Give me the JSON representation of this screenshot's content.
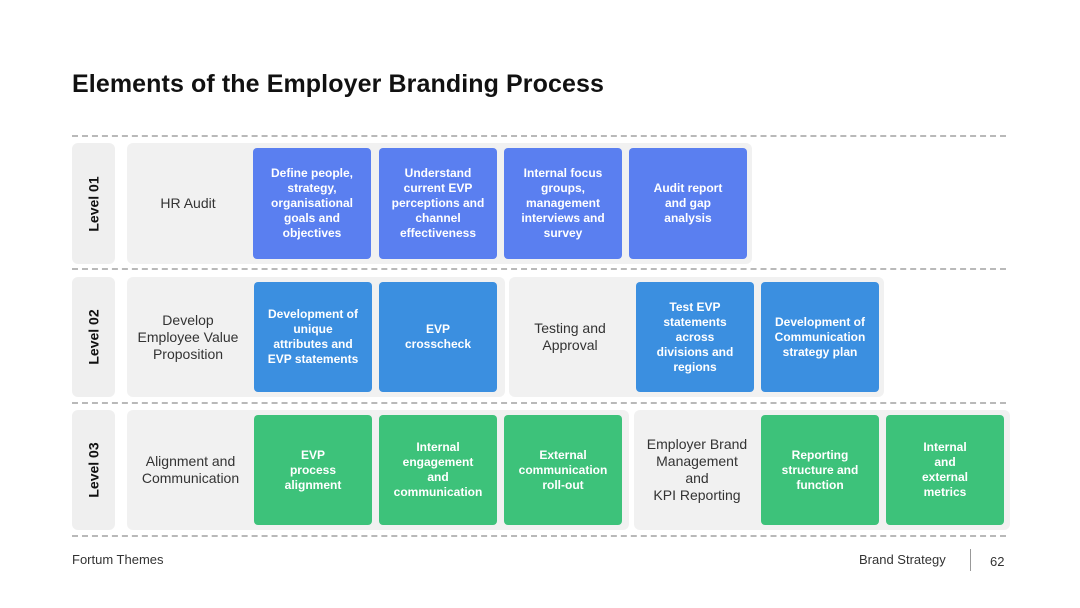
{
  "title": "Elements of the Employer Branding Process",
  "levels": [
    {
      "tab": "Level 01",
      "phases": [
        {
          "label": "HR Audit",
          "boxes": [
            "Define people,\nstrategy,\norganisational\ngoals and\nobjectives",
            "Understand\ncurrent EVP\nperceptions and\nchannel\neffectiveness",
            "Internal focus\ngroups,\nmanagement\ninterviews and\nsurvey",
            "Audit report\nand gap\nanalysis"
          ]
        }
      ]
    },
    {
      "tab": "Level 02",
      "phases": [
        {
          "label": "Develop\nEmployee Value\nProposition",
          "boxes": [
            "Development of\nunique\nattributes and\nEVP statements",
            "EVP\ncrosscheck"
          ]
        },
        {
          "label": "Testing and\nApproval",
          "boxes": [
            "Test EVP\nstatements\nacross\ndivisions and\nregions",
            "Development of\nCommunication\nstrategy plan"
          ]
        }
      ]
    },
    {
      "tab": "Level 03",
      "phases": [
        {
          "label": "Alignment and\nCommunication",
          "boxes": [
            "EVP\nprocess\nalignment",
            "Internal\nengagement\nand\ncommunication",
            "External\ncommunication\nroll-out"
          ]
        },
        {
          "label": "Employer Brand\nManagement\nand\nKPI Reporting",
          "boxes": [
            "Reporting\nstructure and\nfunction",
            "Internal\nand\nexternal\nmetrics"
          ]
        }
      ]
    }
  ],
  "footer": {
    "brand": "Fortum Themes",
    "section": "Brand Strategy",
    "page": "62"
  },
  "colors": {
    "level1": "#5a7ff0",
    "level2": "#3b8fe0",
    "level3": "#3dc27a"
  }
}
